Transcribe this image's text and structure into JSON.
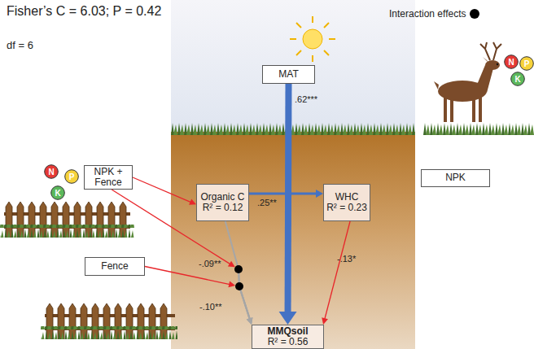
{
  "diagram": {
    "nodes": [
      {
        "text": [
          "N"
        ]
      },
      {
        "text": [
          "P"
        ]
      },
      {
        "text": [
          "MAT"
        ]
      },
      {
        "text": [
          "K"
        ]
      },
      {
        "text": [
          "NPK + Fence"
        ]
      },
      {
        "text": [
          "NPK"
        ]
      },
      {
        "text": [
          "N"
        ]
      },
      {
        "text": [
          "P"
        ]
      },
      {
        "text": [
          "Organic C",
          "R² = 0.12"
        ]
      },
      {
        "text": [
          "WHC",
          "R² = 0.23"
        ]
      },
      {
        "text": [
          "K"
        ]
      },
      {
        "text": [
          "Fence"
        ]
      },
      {
        "text": [
          "MMQsoil",
          "R² = 0.56"
        ]
      }
    ],
    "edges": [
      {
        "from": 2,
        "to": 12,
        "label": ".62***",
        "arrow": "to"
      },
      {
        "from": 8,
        "to": 9,
        "label": ".25**",
        "arrow": "to"
      },
      {
        "from": 9,
        "to": 12,
        "label": "-.13*",
        "arrow": "to"
      },
      {
        "from": 4,
        "to": 8,
        "arrow": "to"
      },
      {
        "from": 4,
        "to": 12,
        "label": "-.09**",
        "arrow": "to"
      },
      {
        "from": 8,
        "to": 12,
        "arrow": "to"
      },
      {
        "from": 11,
        "to": 12,
        "label": "-.10**",
        "arrow": "to"
      }
    ],
    "labels": [
      "Fisher’s C = 6.03; P = 0.42",
      "df = 6"
    ],
    "legend": [
      {
        "text": "Interaction effects",
        "color": "#000000"
      }
    ]
  }
}
